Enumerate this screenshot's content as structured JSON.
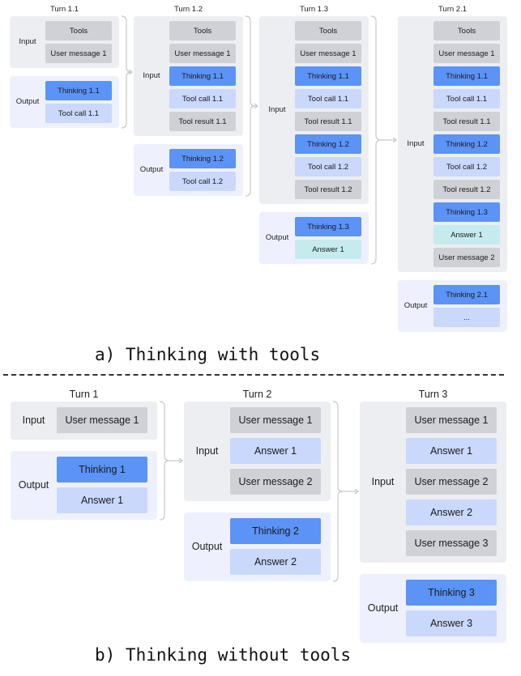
{
  "section_a": {
    "caption": "a) Thinking with tools",
    "input_label": "Input",
    "output_label": "Output",
    "turns": [
      {
        "title": "Turn 1.1",
        "input": [
          {
            "text": "Tools",
            "kind": "gray"
          },
          {
            "text": "User message 1",
            "kind": "gray"
          }
        ],
        "output": [
          {
            "text": "Thinking 1.1",
            "kind": "blue"
          },
          {
            "text": "Tool call 1.1",
            "kind": "light"
          }
        ]
      },
      {
        "title": "Turn 1.2",
        "input": [
          {
            "text": "Tools",
            "kind": "gray"
          },
          {
            "text": "User message 1",
            "kind": "gray"
          },
          {
            "text": "Thinking 1.1",
            "kind": "blue"
          },
          {
            "text": "Tool call 1.1",
            "kind": "light"
          },
          {
            "text": "Tool result 1.1",
            "kind": "gray"
          }
        ],
        "output": [
          {
            "text": "Thinking 1.2",
            "kind": "blue"
          },
          {
            "text": "Tool call 1.2",
            "kind": "light"
          }
        ]
      },
      {
        "title": "Turn 1.3",
        "input": [
          {
            "text": "Tools",
            "kind": "gray"
          },
          {
            "text": "User message 1",
            "kind": "gray"
          },
          {
            "text": "Thinking 1.1",
            "kind": "blue"
          },
          {
            "text": "Tool call 1.1",
            "kind": "light"
          },
          {
            "text": "Tool result 1.1",
            "kind": "gray"
          },
          {
            "text": "Thinking 1.2",
            "kind": "blue"
          },
          {
            "text": "Tool call 1.2",
            "kind": "light"
          },
          {
            "text": "Tool result 1.2",
            "kind": "gray"
          }
        ],
        "output": [
          {
            "text": "Thinking 1.3",
            "kind": "blue"
          },
          {
            "text": "Answer 1",
            "kind": "cyan"
          }
        ]
      },
      {
        "title": "Turn 2.1",
        "input": [
          {
            "text": "Tools",
            "kind": "gray"
          },
          {
            "text": "User message 1",
            "kind": "gray"
          },
          {
            "text": "Thinking 1.1",
            "kind": "blue"
          },
          {
            "text": "Tool call 1.1",
            "kind": "light"
          },
          {
            "text": "Tool result 1.1",
            "kind": "gray"
          },
          {
            "text": "Thinking 1.2",
            "kind": "blue"
          },
          {
            "text": "Tool call 1.2",
            "kind": "light"
          },
          {
            "text": "Tool result 1.2",
            "kind": "gray"
          },
          {
            "text": "Thinking 1.3",
            "kind": "blue"
          },
          {
            "text": "Answer 1",
            "kind": "cyan"
          },
          {
            "text": "User message 2",
            "kind": "gray"
          }
        ],
        "output": [
          {
            "text": "Thinking 2.1",
            "kind": "blue"
          },
          {
            "text": "...",
            "kind": "light"
          }
        ]
      }
    ]
  },
  "section_b": {
    "caption": "b) Thinking without tools",
    "input_label": "Input",
    "output_label": "Output",
    "turns": [
      {
        "title": "Turn 1",
        "input": [
          {
            "text": "User message 1",
            "kind": "gray"
          }
        ],
        "output": [
          {
            "text": "Thinking 1",
            "kind": "blue"
          },
          {
            "text": "Answer 1",
            "kind": "light"
          }
        ]
      },
      {
        "title": "Turn 2",
        "input": [
          {
            "text": "User message 1",
            "kind": "gray"
          },
          {
            "text": "Answer 1",
            "kind": "light"
          },
          {
            "text": "User message 2",
            "kind": "gray"
          }
        ],
        "output": [
          {
            "text": "Thinking 2",
            "kind": "blue"
          },
          {
            "text": "Answer 2",
            "kind": "light"
          }
        ]
      },
      {
        "title": "Turn 3",
        "input": [
          {
            "text": "User message 1",
            "kind": "gray"
          },
          {
            "text": "Answer 1",
            "kind": "light"
          },
          {
            "text": "User message 2",
            "kind": "gray"
          },
          {
            "text": "Answer 2",
            "kind": "light"
          },
          {
            "text": "User message 3",
            "kind": "gray"
          }
        ],
        "output": [
          {
            "text": "Thinking 3",
            "kind": "blue"
          },
          {
            "text": "Answer 3",
            "kind": "light"
          }
        ]
      }
    ]
  },
  "colors": {
    "gray": "#cfd1d6",
    "blue": "#5b93f7",
    "light": "#c9d8fb",
    "cyan": "#c5ebee",
    "input_bg": "#eceef1",
    "output_bg": "#eef1fd"
  }
}
